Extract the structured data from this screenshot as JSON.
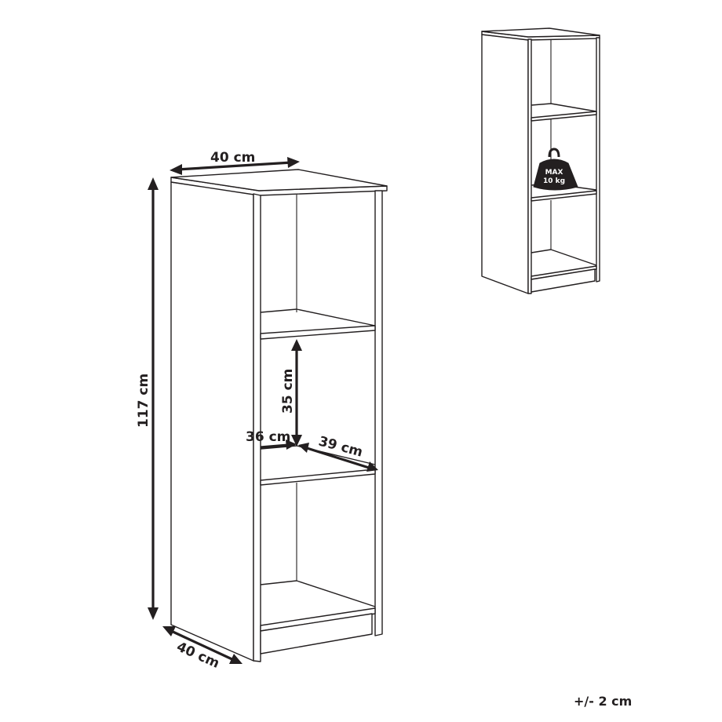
{
  "diagram": {
    "type": "product-dimension-drawing",
    "subject": "three-compartment bookcase",
    "main_view": {
      "labels": {
        "top_width": "40 cm",
        "height": "117 cm",
        "depth": "40 cm",
        "compartment_height": "35 cm",
        "compartment_depth": "36 cm",
        "compartment_width": "39 cm"
      }
    },
    "load_view": {
      "weight_icon": "weight-icon",
      "load_label_line1": "MAX",
      "load_label_line2": "10 kg"
    },
    "tolerance": "+/- 2 cm",
    "colors": {
      "line": "#231f20",
      "background": "#ffffff"
    }
  }
}
